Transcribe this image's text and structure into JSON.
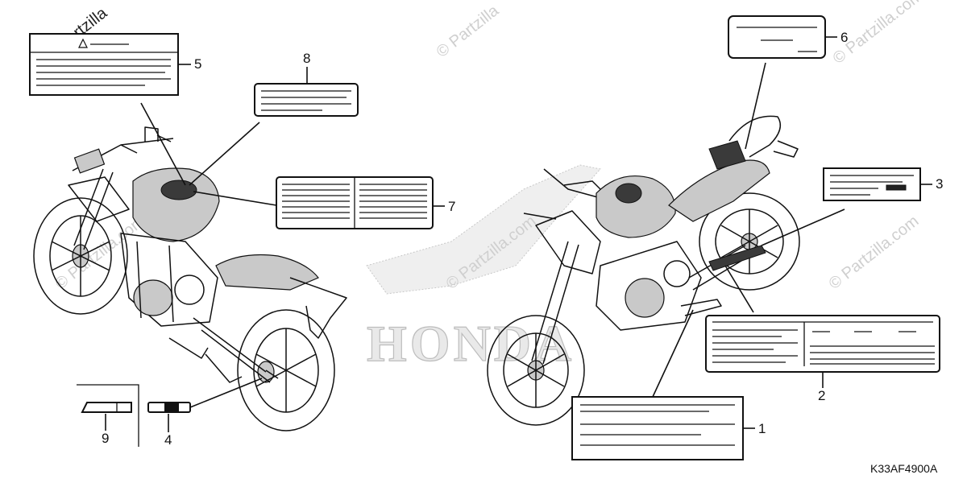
{
  "callouts": {
    "c1": "1",
    "c2": "2",
    "c3": "3",
    "c4": "4",
    "c5": "5",
    "c6": "6",
    "c7": "7",
    "c8": "8",
    "c9": "9"
  },
  "diagram_code": "K33AF4900A",
  "brand_text": "HONDA",
  "watermarks": {
    "w1": "© Partzilla",
    "w2": "© Partzilla",
    "w3": "© Partzilla.com",
    "w4": "© Partzilla.com",
    "w5": "© Partzilla.com",
    "w6": "© Partzilla.com"
  },
  "icons": {
    "warning": "warning-triangle-icon",
    "tank_logo": "honda-wing-logo-icon"
  }
}
